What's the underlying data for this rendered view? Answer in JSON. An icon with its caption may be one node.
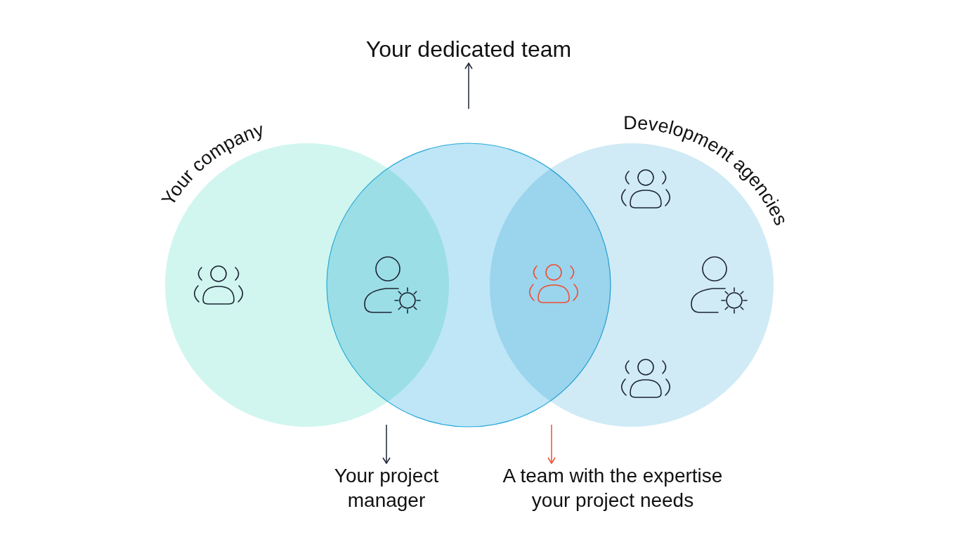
{
  "diagram": {
    "nodes": [
      {
        "text": [
          "Your company"
        ]
      },
      {
        "text": [],
        "shape": "circle"
      },
      {
        "text": [
          "Development agencies"
        ]
      },
      {
        "text": [
          "Your dedicated team"
        ]
      },
      {
        "text": [
          "Your project manager"
        ]
      },
      {
        "text": [
          "A team with the expertise your project needs"
        ]
      }
    ],
    "edges": [
      {
        "from": null,
        "to": 3,
        "arrow": "to"
      },
      {
        "from": null,
        "to": 4,
        "arrow": "to"
      },
      {
        "from": null,
        "to": 5,
        "arrow": "to",
        "color": "#f04e30"
      }
    ]
  }
}
